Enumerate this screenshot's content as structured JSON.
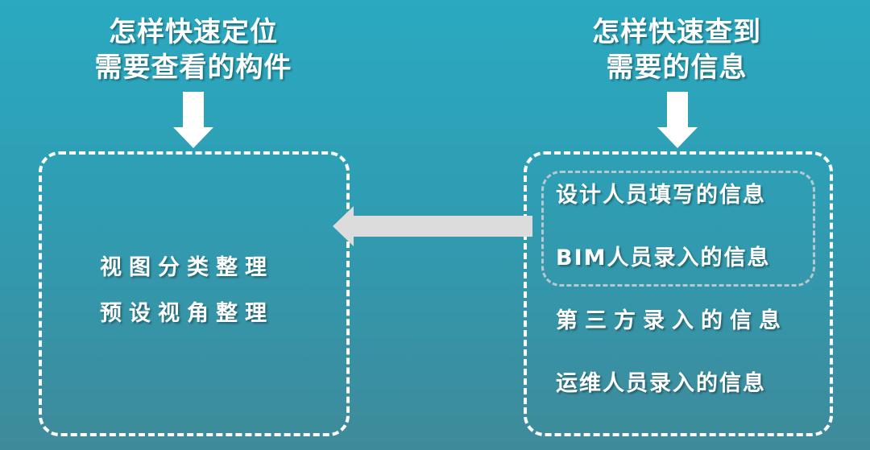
{
  "left_column": {
    "title_lines": [
      "怎样快速定位",
      "需要查看的构件"
    ],
    "items": [
      "视图分类整理",
      "预设视角整理"
    ]
  },
  "right_column": {
    "title_lines": [
      "怎样快速查到",
      "需要的信息"
    ],
    "grouped_items": [
      "设计人员填写的信息",
      "BIM人员录入的信息"
    ],
    "other_items": [
      "第三方录入的信息",
      "运维人员录入的信息"
    ]
  },
  "connector": {
    "direction": "right-to-left",
    "color": "#dcdcdc"
  },
  "colors": {
    "background_top": "#2aa9c0",
    "background_bottom": "#3e8a9a",
    "text": "#ffffff",
    "outer_border": "#ffffff",
    "inner_border": "#b7c9cf"
  },
  "icons": {
    "down_arrow": "down-arrow-icon",
    "left_arrow": "left-arrow-icon"
  }
}
